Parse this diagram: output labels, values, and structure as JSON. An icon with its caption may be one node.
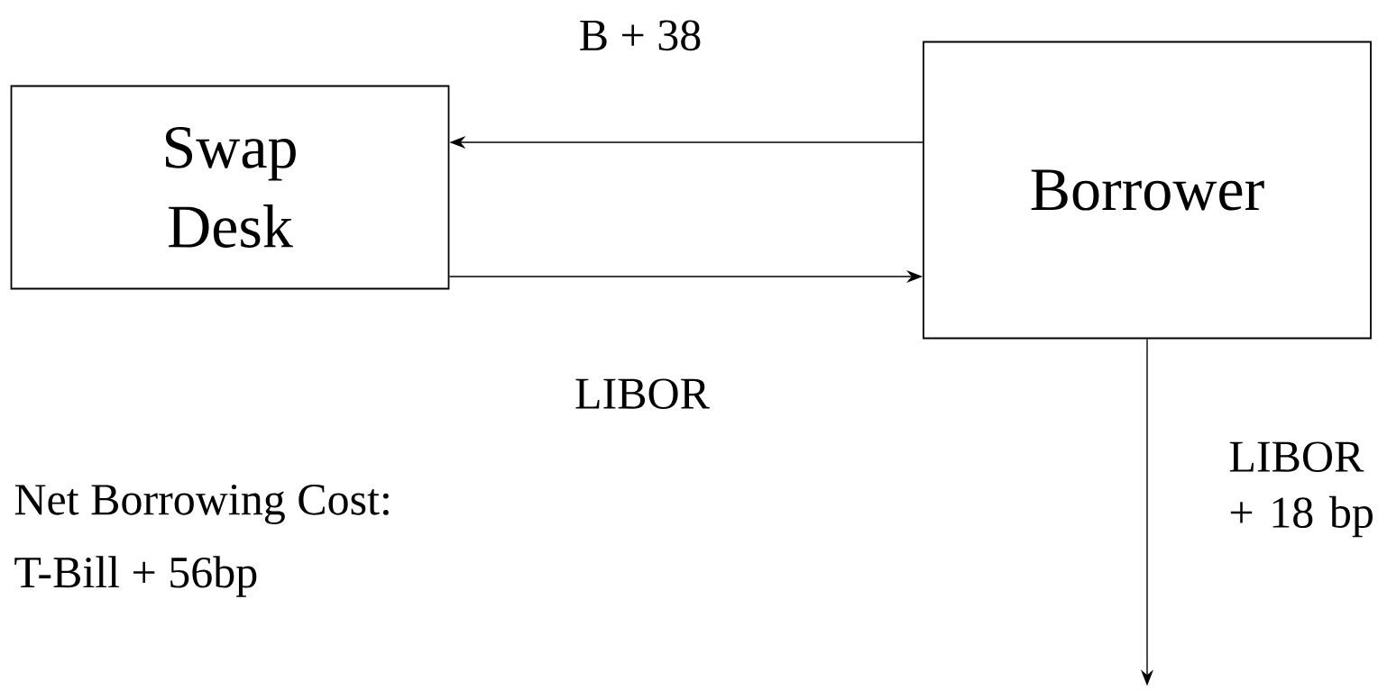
{
  "diagram": {
    "nodes": [
      {
        "text": [
          "Swap Desk"
        ]
      },
      {
        "text": [
          "Borrower"
        ]
      }
    ],
    "edges": [
      {
        "from": 1,
        "to": 0,
        "arrow": "to",
        "label": "B + 38"
      },
      {
        "from": 0,
        "to": 1,
        "arrow": "to",
        "label": "LIBOR"
      },
      {
        "from": 1,
        "to": null,
        "arrow": "to",
        "label": "LIBOR + 18 bp"
      }
    ],
    "labels": [
      "Net Borrowing Cost:",
      "T-Bill + 56bp"
    ]
  }
}
